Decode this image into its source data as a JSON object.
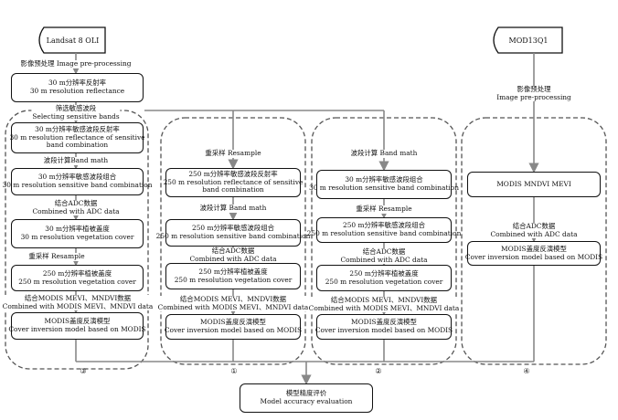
{
  "sources": {
    "landsat": "Landsat 8 OLI",
    "modis": "MOD13Q1"
  },
  "col3": {
    "preproc": "影像预处理 Image pre-processing",
    "box1": [
      "30 m分辨率反射率",
      "30 m resolution reflectance"
    ],
    "select": [
      "筛选敏感波段",
      "Selecting sensitive bands"
    ],
    "box2": [
      "30 m分辨率敏感波段反射率",
      "30 m resolution reflectance of sensitive",
      "band combination"
    ],
    "band_math": "波段计算Band math",
    "box3": [
      "30 m分辨率敏感波段组合",
      "30 m resolution sensitive band combination"
    ],
    "adc": [
      "结合ADC数据",
      "Combined with ADC data"
    ],
    "box4": [
      "30 m分辨率植被盖度",
      "30 m resolution vegetation cover"
    ],
    "resample": "重采样 Resample",
    "box5": [
      "250 m分辨率植被盖度",
      "250 m resolution vegetation cover"
    ],
    "modis_combo": [
      "结合MODIS MEVI、MNDVI数据",
      "Combined with MODIS MEVI、MNDVI data"
    ],
    "box6": [
      "MODIS盖度反演模型",
      "Cover inversion model based on MODIS"
    ],
    "marker": "③"
  },
  "col1": {
    "resample": "重采样 Resample",
    "box1": [
      "250 m分辨率敏感波段反射率",
      "250 m resolution reflectance of sensitive",
      "band combination"
    ],
    "band_math": "波段计算 Band math",
    "box2": [
      "250 m分辨率敏感波段组合",
      "250 m resolution sensitive band combination"
    ],
    "adc": [
      "结合ADC数据",
      "Combined with ADC data"
    ],
    "box3": [
      "250 m分辨率植被盖度",
      "250 m resolution vegetation cover"
    ],
    "modis_combo": [
      "结合MODIS MEVI、MNDVI数据",
      "Combined with MODIS MEVI、MNDVI data"
    ],
    "box4": [
      "MODIS盖度反演模型",
      "Cover inversion model based on MODIS"
    ],
    "marker": "①"
  },
  "col2": {
    "band_math": "波段计算 Band math",
    "box1": [
      "30 m分辨率敏感波段组合",
      "30 m resolution sensitive band combination"
    ],
    "resample": "重采样 Resample",
    "box2": [
      "250 m分辨率敏感波段组合",
      "250 m resolution sensitive band combination"
    ],
    "adc": [
      "结合ADC数据",
      "Combined with ADC data"
    ],
    "box3": [
      "250 m分辨率植被盖度",
      "250 m resolution vegetation cover"
    ],
    "modis_combo": [
      "结合MODIS MEVI、MNDVI数据",
      "Combined with MODIS MEVI、MNDVI data"
    ],
    "box4": [
      "MODIS盖度反演模型",
      "Cover inversion model based on MODIS"
    ],
    "marker": "②"
  },
  "col4": {
    "preproc": [
      "影像预处理",
      "Image pre-processing"
    ],
    "box1": [
      "MODIS MNDVI MEVI"
    ],
    "adc": [
      "结合ADC数据",
      "Combined with ADC data"
    ],
    "box2": [
      "MODIS盖度反演模型",
      "Cover inversion model based on MODIS"
    ],
    "marker": "④"
  },
  "final": [
    "模型精度评价",
    "Model accuracy evaluation"
  ]
}
